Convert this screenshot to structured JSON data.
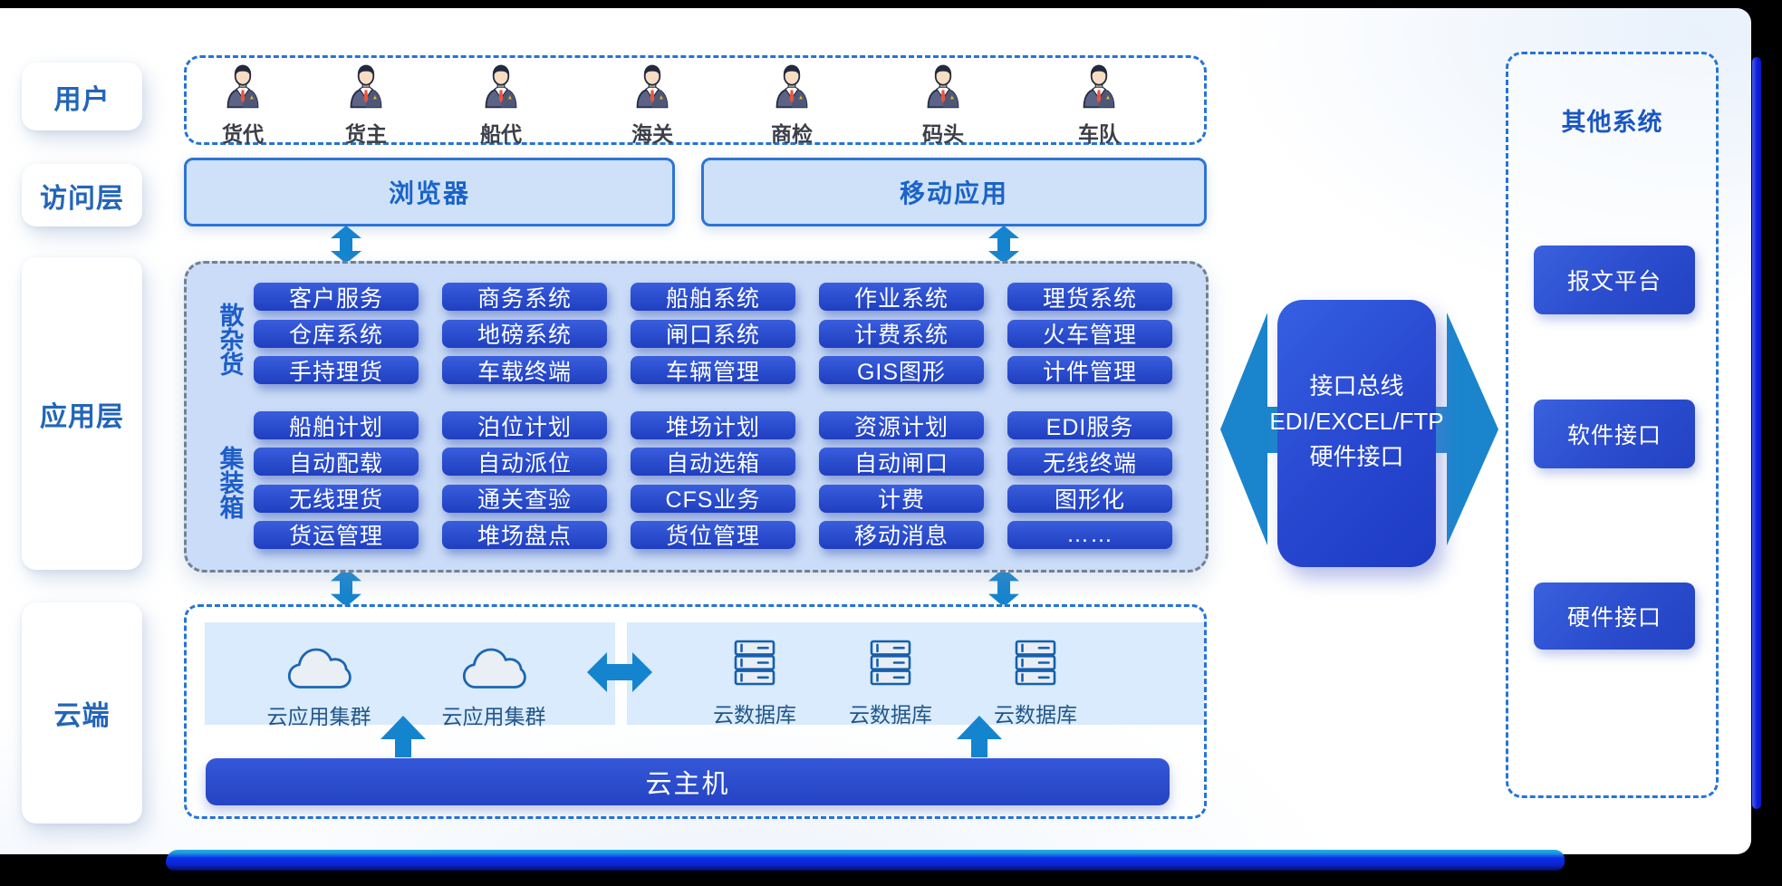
{
  "colors": {
    "pill_blue": "#2a4ccd",
    "panel_light_blue": "#cadcf7",
    "accent_blue": "#2474da",
    "arrow_azure": "#1584ce",
    "label_blue": "#2365b9",
    "text_white": "#ffffff"
  },
  "icons": {
    "user": "business-person-icon",
    "cluster": "cloud-icon",
    "database": "database-server-icon",
    "links": [
      "double-arrow-vertical-icon",
      "double-arrow-horizontal-icon",
      "up-arrow-icon",
      "bus-left-right-arrows-icon"
    ]
  },
  "rail": {
    "items": [
      "用户",
      "访问层",
      "应用层",
      "云端"
    ]
  },
  "users": {
    "items": [
      "货代",
      "货主",
      "船代",
      "海关",
      "商检",
      "码头",
      "车队"
    ],
    "icon": "business-person"
  },
  "access": {
    "browser": "浏览器",
    "mobile": "移动应用"
  },
  "app_layer": {
    "groups": [
      {
        "label": "散杂货",
        "items": [
          "客户服务",
          "商务系统",
          "船舶系统",
          "作业系统",
          "理货系统",
          "仓库系统",
          "地磅系统",
          "闸口系统",
          "计费系统",
          "火车管理",
          "手持理货",
          "车载终端",
          "车辆管理",
          "GIS图形",
          "计件管理"
        ]
      },
      {
        "label": "集装箱",
        "items": [
          "船舶计划",
          "泊位计划",
          "堆场计划",
          "资源计划",
          "EDI服务",
          "自动配载",
          "自动派位",
          "自动选箱",
          "自动闸口",
          "无线终端",
          "无线理货",
          "通关查验",
          "CFS业务",
          "计费",
          "图形化",
          "货运管理",
          "堆场盘点",
          "货位管理",
          "移动消息",
          "……"
        ]
      }
    ]
  },
  "cloud": {
    "app_clusters": [
      "云应用集群",
      "云应用集群"
    ],
    "databases": [
      "云数据库",
      "云数据库",
      "云数据库"
    ],
    "host": "云主机"
  },
  "bus": {
    "lines": [
      "接口总线",
      "EDI/EXCEL/FTP",
      "硬件接口"
    ]
  },
  "other_systems": {
    "title": "其他系统",
    "buttons": [
      "报文平台",
      "软件接口",
      "硬件接口"
    ]
  }
}
